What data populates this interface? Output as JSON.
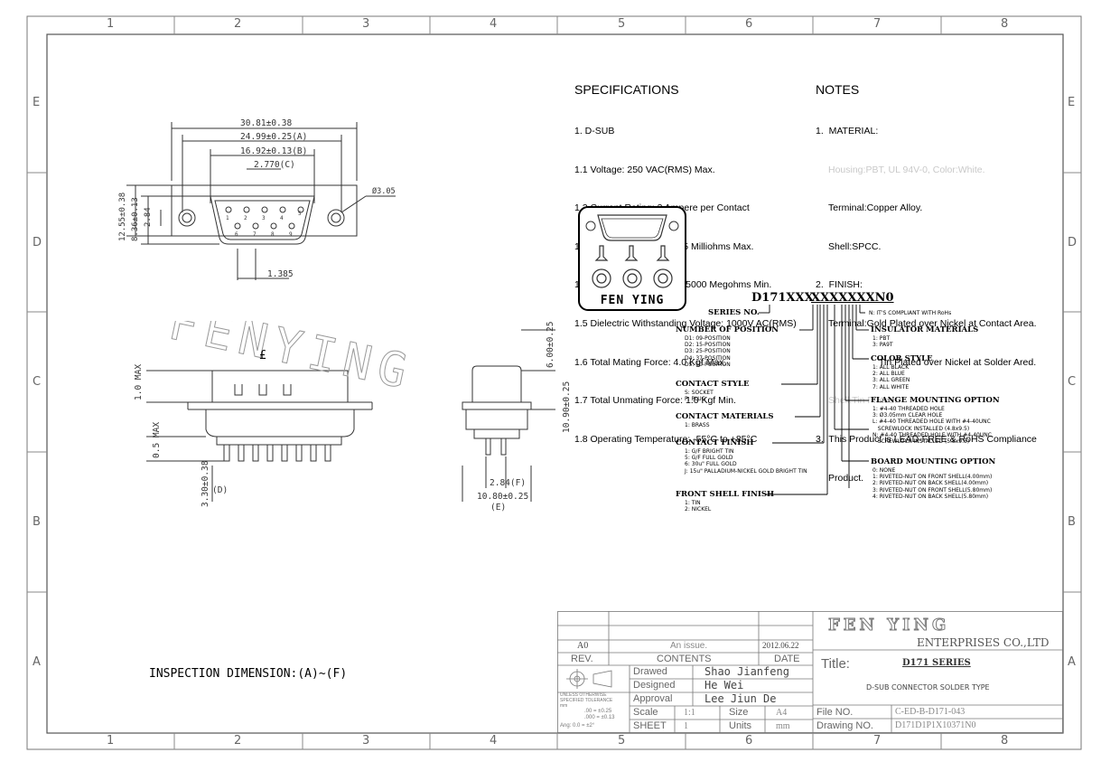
{
  "border": {
    "columns": [
      "1",
      "2",
      "3",
      "4",
      "5",
      "6",
      "7",
      "8"
    ],
    "rows": [
      "E",
      "D",
      "C",
      "B",
      "A"
    ]
  },
  "drawing": {
    "dims": {
      "overall": "30.81±0.38",
      "a": "24.99±0.25(A)",
      "b": "16.92±0.13(B)",
      "c": "2.770(C)",
      "hole": "Ø3.05",
      "h1": "12.55±0.38",
      "h2": "8.36±0.13",
      "h3": "2.84",
      "pitch": "1.385",
      "max1": "1.0 MAX",
      "max2": "0.5 MAX",
      "d": "3.30±0.38",
      "d_label": "(D)",
      "side1": "6.00±0.25",
      "side2": "10.90±0.25",
      "f": "2.84(F)",
      "e": "10.80±0.25",
      "e_label": "(E)",
      "pound": "£"
    },
    "pins_top": [
      "1",
      "2",
      "3",
      "4",
      "5"
    ],
    "pins_bottom": [
      "6",
      "7",
      "8",
      "9"
    ],
    "watermark": "FENYING",
    "inspection": "INSPECTION DIMENSION:(A)~(F)"
  },
  "specifications": {
    "title": "SPECIFICATIONS",
    "lines": [
      "1. D-SUB",
      "1.1 Voltage: 250 VAC(RMS) Max.",
      "1.2 Current Rating: 3 Ampere per Contact",
      "1.3 Contact Resistance: 25 Milliohms Max.",
      "1.4 Insulation Resistance: 5000 Megohms Min.",
      "1.5 Dielectric Withstanding Voltage: 1000V AC(RMS)",
      "1.6 Total Mating Force: 4.0 Kgf Max.",
      "1.7 Total Unmating Force: 1.0 Kgf Min.",
      "1.8 Operating Temperature: -55°C to +85°C"
    ]
  },
  "notes": {
    "title": "NOTES",
    "material": "1.  MATERIAL:",
    "housing": "Housing:PBT, UL 94V-0, Color:White.",
    "terminal": "Terminal:Copper Alloy.",
    "shell": "Shell:SPCC.",
    "finish": "2.  FINISH:",
    "finish1": "Terminal:Gold Plated over Nickel at Contact Area.",
    "finish2": "Tin Plated over Nickel at Solder Ared.",
    "finish3": "Shell:Tin Plated.",
    "item3a": "3.  This Product is LEAD-FREE & RoHS Compliance",
    "item3b": "Product."
  },
  "logo": {
    "text": "FEN YING"
  },
  "part_number": {
    "code_a": "D171XXX",
    "code_b": "XXXXXXXN0",
    "series": "SERIES NO.",
    "positions_label": "NUMBER OF POSITION",
    "positions": "D1: 09-POSITION\nD2: 15-POSITION\nD3: 25-POSITION\nD4: 37-POSITION\nD5: 50-POSITION",
    "contact_style_label": "CONTACT STYLE",
    "contact_style": "S: SOCKET\nP: PLUG",
    "contact_materials_label": "CONTACT MATERIALS",
    "contact_materials": "1: BRASS",
    "contact_finish_label": "CONTACT FINISH",
    "contact_finish": "1: G/F BRIGHT TIN\n5: G/F FULL GOLD\n6: 30u\" FULL GOLD\nJ: 15u\" PALLADIUM-NICKEL GOLD BRIGHT TIN",
    "front_shell_label": "FRONT SHELL FINISH",
    "front_shell": "1: TIN\n2: NICKEL",
    "rohs": "N: IT'S COMPLIANT WITH RoHs",
    "insulator_label": "INSULATOR MATERIALS",
    "insulator": "1: PBT\n3: PA9T",
    "color_label": "COLOR STYLE",
    "color": "1: ALL BLACK\n2: ALL BLUE\n3: ALL GREEN\n7: ALL WHITE",
    "flange_label": "FLANGE MOUNTING OPTION",
    "flange": "1: #4-40 THREADED HOLE\n3: Ø3.05mm CLEAR HOLE\nL: #4-40 THREADED HOLE WITH #4-40UNC\n   SCREWLOCK INSTALLED (4.8x9.5)\nN: #4-40 THREADED HOLE WITH #4-40UNC\n   SCREWLOCK INSTALLED (5.8x9.5)",
    "board_label": "BOARD MOUNTING OPTION",
    "board": "0: NONE\n1: RIVETED-NUT ON FRONT SHELL(4.00mm)\n2: RIVETED-NUT ON BACK SHELL(4.00mm)\n3: RIVETED-NUT ON FRONT SHELL(5.80mm)\n4: RIVETED-NUT ON BACK SHELL(5.80mm)"
  },
  "title_block": {
    "company": "FEN YING",
    "company2": "ENTERPRISES CO.,LTD",
    "rev_code": "A0",
    "rev_content": "An issue.",
    "rev_date": "2012.06.22",
    "rev_hdr": "REV.",
    "contents_hdr": "CONTENTS",
    "date_hdr": "DATE",
    "drawed_lbl": "Drawed",
    "drawed": "Shao Jianfeng",
    "designed_lbl": "Designed",
    "designed": "He Wei",
    "approval_lbl": "Approval",
    "approval": "Lee Jiun De",
    "scale_lbl": "Scale",
    "scale": "1:1",
    "size_lbl": "Size",
    "size": "A4",
    "sheet_lbl": "SHEET",
    "sheet": "1",
    "units_lbl": "Units",
    "units": "mm",
    "title_lbl": "Title:",
    "title": "D171 SERIES",
    "subtitle": "D-SUB CONNECTOR SOLDER TYPE",
    "fileno_lbl": "File NO.",
    "fileno": "C-ED-B-D171-043",
    "drawingno_lbl": "Drawing NO.",
    "drawingno": "D171D1P1X10371N0",
    "tol1": "UNLESS OTHERWISE",
    "tol2": "SPECIFIED TOLERANCE",
    "tol3": "mm",
    "tol4": ".00 = ±0.25",
    "tol5": ".000 = ±0.13",
    "tol6": "Ang: 0.0 = ±2°"
  }
}
